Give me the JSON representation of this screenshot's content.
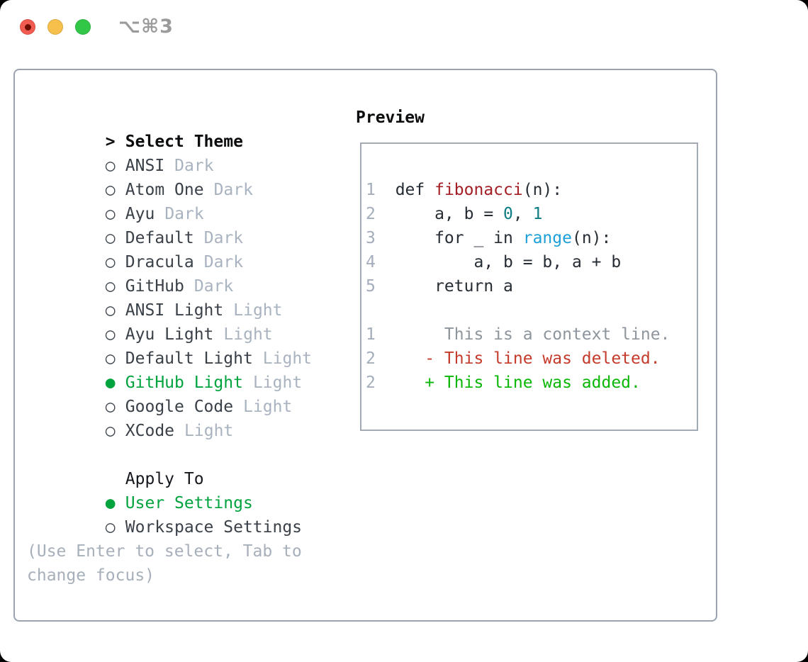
{
  "window": {
    "title": "⌥⌘3"
  },
  "icons": {
    "prompt": ">",
    "radio_selected": "●",
    "radio_unselected": "○"
  },
  "colors": {
    "selection_green": "#00a33e",
    "added_green": "#0ab606",
    "deleted_red": "#c53b2b",
    "keyword_red": "#a31f26",
    "number_teal": "#0c7d84",
    "function_blue": "#1d9fd8",
    "muted_gray": "#a9b3c0",
    "text_dark": "#3a4048",
    "panel_border": "#9aa3ae",
    "traffic_red": "#f25c50",
    "traffic_yellow": "#f7bf4c",
    "traffic_green": "#33c748"
  },
  "theme_panel": {
    "header": {
      "prefix": ">",
      "label": "Select Theme"
    },
    "themes": [
      {
        "prefix": "○",
        "name": "ANSI",
        "tag": "Dark",
        "selected": false
      },
      {
        "prefix": "○",
        "name": "Atom One",
        "tag": "Dark",
        "selected": false
      },
      {
        "prefix": "○",
        "name": "Ayu",
        "tag": "Dark",
        "selected": false
      },
      {
        "prefix": "○",
        "name": "Default",
        "tag": "Dark",
        "selected": false
      },
      {
        "prefix": "○",
        "name": "Dracula",
        "tag": "Dark",
        "selected": false
      },
      {
        "prefix": "○",
        "name": "GitHub",
        "tag": "Dark",
        "selected": false
      },
      {
        "prefix": "○",
        "name": "ANSI Light",
        "tag": "Light",
        "selected": false
      },
      {
        "prefix": "○",
        "name": "Ayu Light",
        "tag": "Light",
        "selected": false
      },
      {
        "prefix": "○",
        "name": "Default Light",
        "tag": "Light",
        "selected": false
      },
      {
        "prefix": "●",
        "name": "GitHub Light",
        "tag": "Light",
        "selected": true
      },
      {
        "prefix": "○",
        "name": "Google Code",
        "tag": "Light",
        "selected": false
      },
      {
        "prefix": "○",
        "name": "XCode",
        "tag": "Light",
        "selected": false
      }
    ],
    "apply_to": {
      "label": "Apply To",
      "options": [
        {
          "prefix": "●",
          "name": "User Settings",
          "selected": true
        },
        {
          "prefix": "○",
          "name": "Workspace Settings",
          "selected": false
        }
      ]
    },
    "hint": {
      "line1": "(Use Enter to select, Tab to",
      "line2": "change focus)"
    }
  },
  "preview": {
    "title": "Preview",
    "code": {
      "l1": {
        "ln": "1",
        "s0": "  def ",
        "s1": "fibonacci",
        "s2": "(n):"
      },
      "l2": {
        "ln": "2",
        "s0": "      a, b = ",
        "s1": "0",
        "s2": ", ",
        "s3": "1"
      },
      "l3": {
        "ln": "3",
        "s0": "      for _ in ",
        "s1": "range",
        "s2": "(n):"
      },
      "l4": {
        "ln": "4",
        "s0": "          a, b = b, a + b"
      },
      "l5": {
        "ln": "5",
        "s0": "      return a"
      }
    },
    "diff": {
      "context": {
        "ln": "1",
        "text": "       This is a context line."
      },
      "deleted": {
        "ln": "2",
        "text": "     - This line was deleted."
      },
      "added": {
        "ln": "2",
        "text": "     + This line was added."
      }
    }
  }
}
